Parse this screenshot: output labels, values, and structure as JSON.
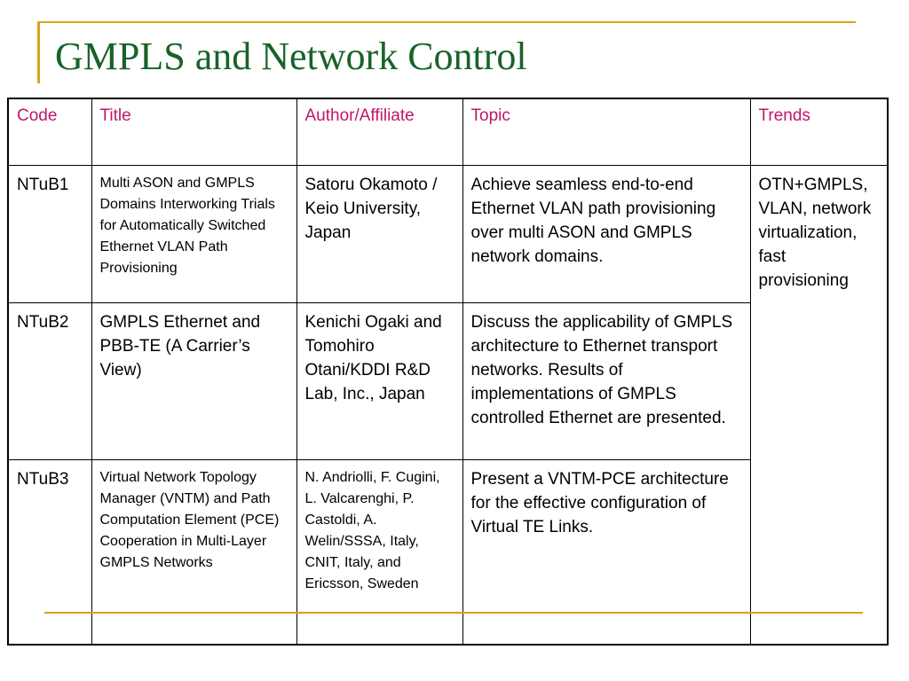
{
  "slide": {
    "title": "GMPLS and Network Control"
  },
  "table": {
    "headers": {
      "code": "Code",
      "title": "Title",
      "author": "Author/Affiliate",
      "topic": "Topic",
      "trends": "Trends"
    },
    "rows": [
      {
        "code": "NTuB1",
        "title": "Multi ASON and GMPLS Domains Interworking Trials for Automatically Switched Ethernet VLAN Path Provisioning",
        "author": "Satoru Okamoto / Keio University, Japan",
        "topic": "Achieve seamless end-to-end Ethernet VLAN path provisioning over multi ASON and GMPLS network domains."
      },
      {
        "code": "NTuB2",
        "title": "GMPLS Ethernet and PBB-TE (A Carrier’s View)",
        "author": "Kenichi Ogaki and Tomohiro Otani/KDDI R&D Lab, Inc., Japan",
        "topic": "Discuss the applicability of GMPLS architecture to Ethernet transport networks. Results of implementations of GMPLS controlled Ethernet are presented."
      },
      {
        "code": "NTuB3",
        "title": "Virtual Network Topology Manager (VNTM) and Path Computation Element (PCE) Cooperation in Multi-Layer GMPLS Networks",
        "author": "N. Andriolli, F. Cugini, L. Valcarenghi, P. Castoldi, A. Welin/SSSA, Italy, CNIT, Italy, and Ericsson, Sweden",
        "topic": "Present a VNTM-PCE architecture for the effective configuration of Virtual TE Links."
      }
    ],
    "trends": "OTN+GMPLS, VLAN, network virtualization, fast provisioning"
  }
}
